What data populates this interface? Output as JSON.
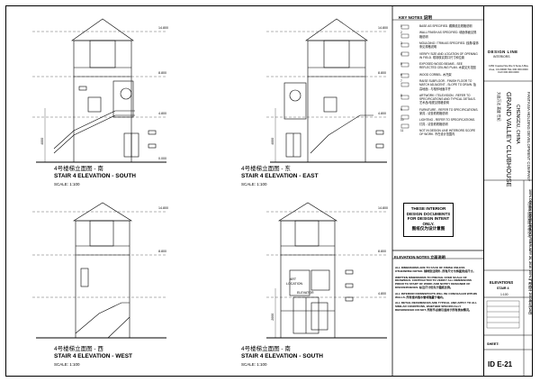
{
  "drawings": [
    {
      "title_zh": "4号楼梯立面图 - 南",
      "title_en": "STAIR 4 ELEVATION - SOUTH",
      "scale": "SCALE: 1:100"
    },
    {
      "title_zh": "4号楼梯立面图 - 东",
      "title_en": "STAIR 4 ELEVATION - EAST",
      "scale": "SCALE: 1:100"
    },
    {
      "title_zh": "4号楼梯立面图 - 西",
      "title_en": "STAIR 4 ELEVATION - WEST",
      "scale": "SCALE: 1:100"
    },
    {
      "title_zh": "4号楼梯立面图 - 南",
      "title_en": "STAIR 4 ELEVATION - SOUTH",
      "scale": "SCALE: 1:100"
    }
  ],
  "annotations": {
    "level_top": "14.800",
    "level_mid": "8.800",
    "level_low": "4.800",
    "level_floor": "0.000",
    "dim_a": "4000",
    "dim_b": "2000",
    "label_art": "ART",
    "label_location": "LOCATION",
    "label_elevator": "ELEVATOR"
  },
  "key_notes": {
    "heading": "KEY NOTES 说明",
    "items": [
      {
        "n": "1",
        "text": "BASE AS SPECIFIED. 踢脚线见规格说明"
      },
      {
        "n": "2",
        "text": "WALL FINISH AS SPECIFIED. 墙面饰面见规格说明"
      },
      {
        "n": "3",
        "text": "MOULDING / TRIM AS SPECIFIED. 线角/装饰条见规格说明"
      },
      {
        "n": "4",
        "text": "VERIFY SIZE AND LOCATION OF OPENING IN FIELD. 现场核实洞口尺寸和位置"
      },
      {
        "n": "5",
        "text": "EXPOSED WOOD BEAMS - SEE REFLECTED CEILING PLAN. 木梁见天花图"
      },
      {
        "n": "6",
        "text": "WOOD CORBEL. 木托架"
      },
      {
        "n": "7",
        "text": "RAISE SUBFLOOR - FINISH FLOOR TO MATCH ADJACENT - SLOPE TO DRAIN. 抬高地面 - 与相邻地面平齐"
      },
      {
        "n": "8",
        "text": "ARTWORK / TELEVISION - REFER TO SPECIFICATIONS AND TYPICAL DETAILS. 艺术品/电视见规格说明"
      },
      {
        "n": "9",
        "text": "FURNITURE - REFER TO SPECIFICATIONS. 家具 - 请查看规格说明"
      },
      {
        "n": "10",
        "text": "LIGHTING - REFER TO SPECIFICATIONS. 灯具 - 请查看规格说明"
      },
      {
        "n": "11",
        "text": "NOT IN DESIGN LINE INTERIORS SCOPE OF WORK. 不在设计范围内"
      }
    ]
  },
  "design_intent": {
    "line1": "THESE INTERIOR",
    "line2": "DESIGN DOCUMENTS",
    "line3": "FOR DESIGN INTENT",
    "line4": "ONLY.",
    "line5": "图纸仅为设计意图"
  },
  "elevation_notes": {
    "heading": "ELEVATION NOTES 立面说明",
    "items": [
      "ALL DIMENSIONS ARE TO FACE OF FINISH UNLESS OTHERWISE NOTED. 除特别注明外, 所有尺寸为饰面完成尺寸。",
      "WRITTEN DIMENSIONS TO PREVAIL OVER SCALE OF DRAWINGS. CONTRACTOR TO VERIFY ALL DIMENSIONS PRIOR TO START OF WORK AND NOTIFY DESIGNER OF DISCREPANCIES. 标注尺寸优先于图纸比例。",
      "ALL INTERIOR DOWNSPOUTS WILL BE CONCEALED WITHIN WALLS. 所有室内落水管将隐藏于墙内。",
      "ALL DETAIL REFERENCES ARE TYPICAL AND APPLY TO ALL SIMILAR CONDITIONS, WHETHER SPECIFICALLY REFERENCED OR NOT. 所有节点索引适用于所有类似情况。"
    ]
  },
  "title_block": {
    "company": "DESIGN LINE",
    "company_sub": "INTERIORS",
    "address": "1350 Coastal Ste Rte 9 Suite A Bay Area, CA 00000 TEL 000.000.0000 FAX 000.000.0000",
    "project_zh": "大连万达 嘉盛 世纪",
    "project_en": "GRAND VALLEY CLUBHOUSE",
    "location": "CHENGDU, CHINA",
    "client": "FANTASIA HOLDING DEVELOPMENT COMPANY",
    "client_zh": "花样年控股集团有限公司",
    "sheet_title": "ELEVATIONS",
    "sheet_sub": "STAIR 4",
    "sheet_scale": "1:100",
    "issue": "100% DESIGN DEVELOPMENT  FEBRUARY 26, 2010  100% 扩初设计  2010年2月26日",
    "sheet_label": "SHEET:",
    "sheet_no": "ID E-21"
  }
}
